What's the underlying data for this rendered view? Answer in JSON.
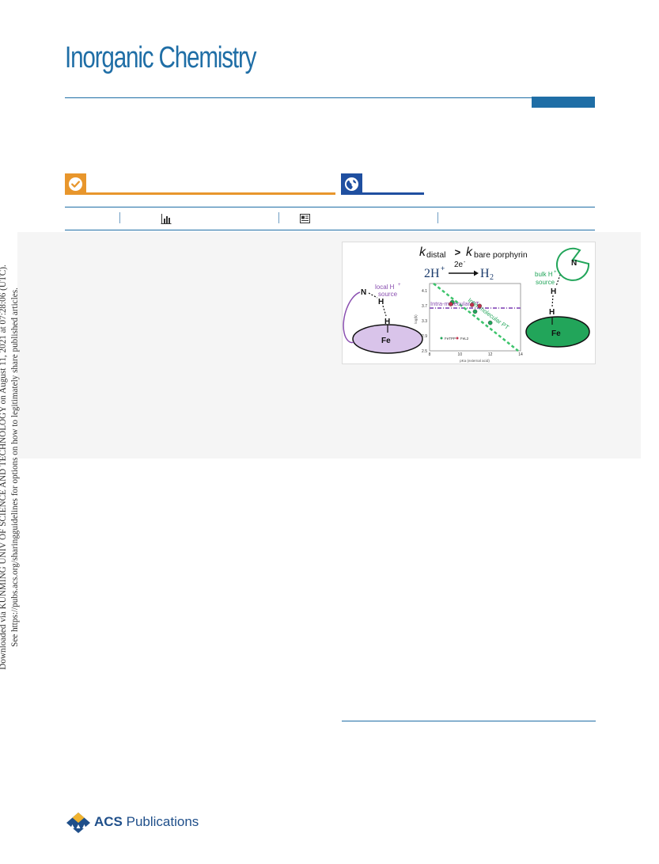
{
  "journal": {
    "title": "Inorganic Chemistry"
  },
  "sidebar": {
    "line1": "Downloaded via KUNMING UNIV OF SCIENCE AND TECHNOLOGY on August 11, 2021 at 07:28:06 (UTC).",
    "line2": "See https://pubs.acs.org/sharingguidelines for options on how to legitimately share published articles."
  },
  "toc_graphic": {
    "header_k": "k",
    "header_k_sub": "distal",
    "header_gt": " > ",
    "header_k2_sub": "bare porphyrin",
    "reaction_left": "2H",
    "reaction_plus": "+",
    "reaction_electrons": "2e",
    "reaction_electrons_sup": "-",
    "reaction_right": "H",
    "reaction_right_sub": "2",
    "local_source_1": "local H",
    "local_source_sup": "+",
    "local_source_2": "source",
    "bulk_source_1": "bulk H",
    "bulk_source_sup": "+",
    "bulk_source_2": "source",
    "atom_n": "N",
    "atom_h": "H",
    "atom_fe": "Fe",
    "intra_label": "Intra-molecular PT",
    "inter_label": "Inter-molecular PT",
    "legend_1": "FeTPP",
    "legend_2": "FeL2",
    "xlabel": "pKa (external acid)",
    "ylabel": "log(k)",
    "colors": {
      "purple": "#8a4fb0",
      "green": "#22a55a",
      "lavender": "#d9c4ea"
    }
  },
  "chart_data": {
    "type": "scatter",
    "xlabel": "pKa (external acid)",
    "ylabel": "log(k)",
    "xlim": [
      8,
      14
    ],
    "ylim": [
      2.5,
      4.3
    ],
    "x_ticks": [
      8,
      10,
      12,
      14
    ],
    "y_ticks": [
      2.5,
      2.9,
      3.3,
      3.7,
      4.1
    ],
    "series": [
      {
        "name": "FeTPP",
        "color": "#22a55a",
        "x": [
          9.5,
          11.0,
          12.0
        ],
        "y": [
          3.8,
          3.55,
          3.25
        ]
      },
      {
        "name": "FeL2",
        "color": "#c0334d",
        "x": [
          9.4,
          10.8,
          11.3
        ],
        "y": [
          3.75,
          3.73,
          3.7
        ]
      }
    ]
  },
  "footer": {
    "logo_text_bold": "ACS",
    "logo_text": " Publications"
  }
}
